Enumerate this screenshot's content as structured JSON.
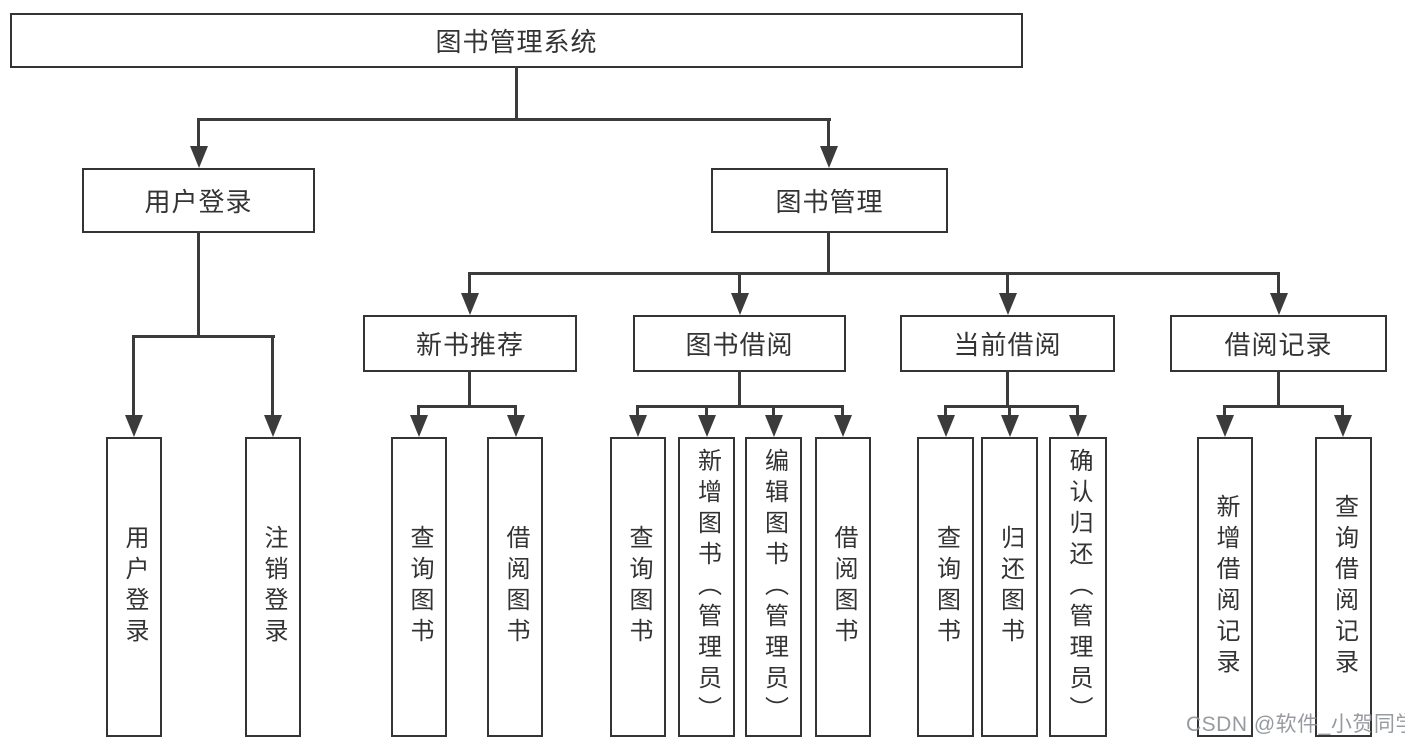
{
  "diagram": {
    "root": {
      "label": "图书管理系统"
    },
    "level2": {
      "user_login": {
        "label": "用户登录"
      },
      "book_management": {
        "label": "图书管理"
      }
    },
    "level3": {
      "new_book_recommend": {
        "label": "新书推荐"
      },
      "book_borrow": {
        "label": "图书借阅"
      },
      "current_borrow": {
        "label": "当前借阅"
      },
      "borrow_records": {
        "label": "借阅记录"
      }
    },
    "leaves": {
      "user_login": "用户登录",
      "logout": "注销登录",
      "recommend_query_books": "查询图书",
      "recommend_borrow_books": "借阅图书",
      "borrow_query_books": "查询图书",
      "borrow_add_books_admin": "新增图书（管理员）",
      "borrow_edit_books_admin": "编辑图书（管理员）",
      "borrow_borrow_books": "借阅图书",
      "current_query_books": "查询图书",
      "current_return_books": "归还图书",
      "current_confirm_return_admin": "确认归还（管理员）",
      "records_add_record": "新增借阅记录",
      "records_query_record": "查询借阅记录"
    },
    "watermark": "CSDN @软件_小贺同学",
    "colors": {
      "line": "#3b3b3b",
      "border": "#343434",
      "text": "#333333",
      "watermark": "#8c9196",
      "background": "#ffffff"
    }
  }
}
